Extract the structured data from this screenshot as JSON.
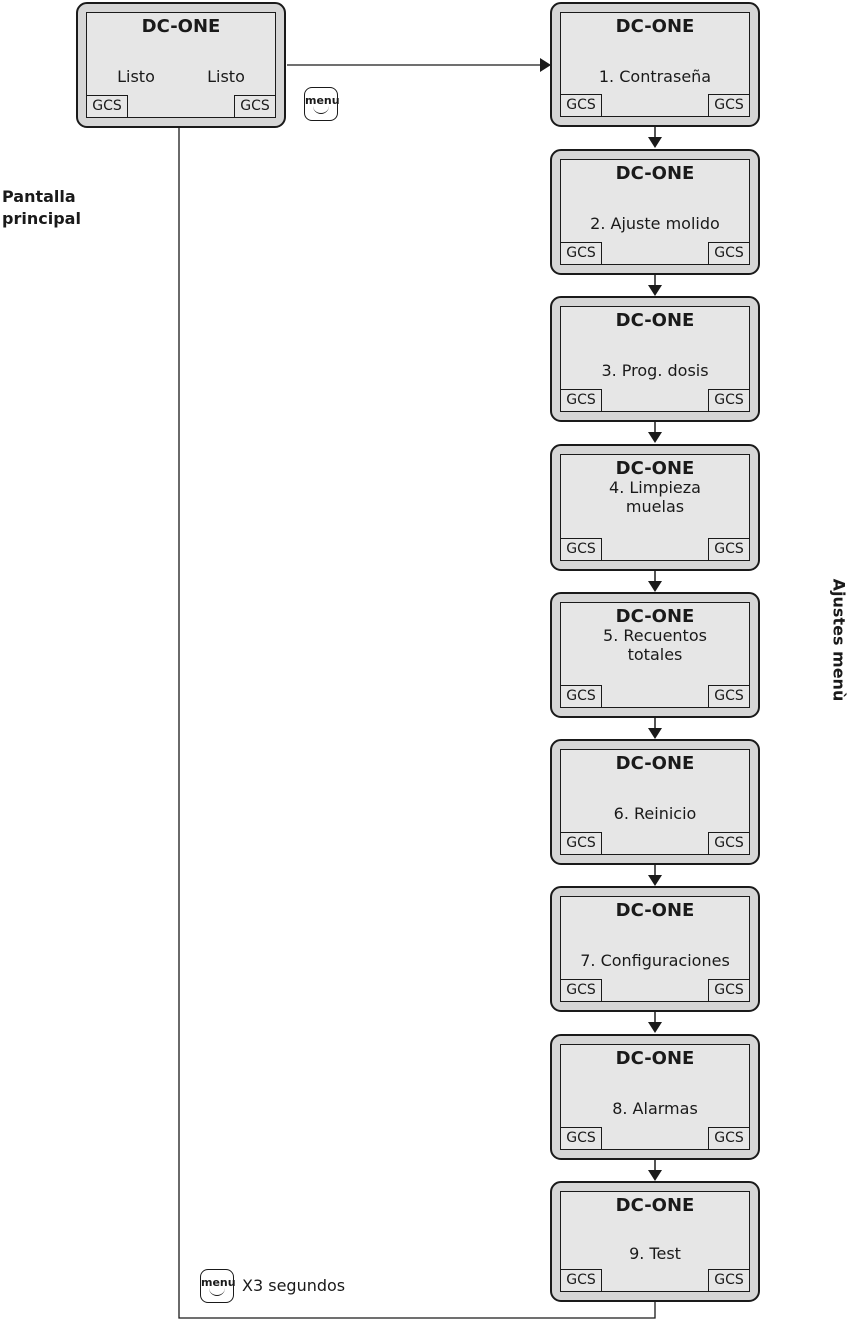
{
  "main_screen": {
    "title": "DC-ONE",
    "left_text": "Listo",
    "right_text": "Listo",
    "softkey_left": "GCS",
    "softkey_right": "GCS"
  },
  "main_label": {
    "line1": "Pantalla",
    "line2": "principal"
  },
  "menu_key_label": "menu",
  "hold_note": "X3 segundos",
  "menu_section_label": "Ajustes menù",
  "menu_screens": [
    {
      "title": "DC-ONE",
      "line1": "1. Contraseña",
      "line2": "",
      "softkey_left": "GCS",
      "softkey_right": "GCS"
    },
    {
      "title": "DC-ONE",
      "line1": "2. Ajuste molido",
      "line2": "",
      "softkey_left": "GCS",
      "softkey_right": "GCS"
    },
    {
      "title": "DC-ONE",
      "line1": "3. Prog. dosis",
      "line2": "",
      "softkey_left": "GCS",
      "softkey_right": "GCS"
    },
    {
      "title": "DC-ONE",
      "line1": "4. Limpieza",
      "line2": "muelas",
      "softkey_left": "GCS",
      "softkey_right": "GCS"
    },
    {
      "title": "DC-ONE",
      "line1": "5. Recuentos",
      "line2": "totales",
      "softkey_left": "GCS",
      "softkey_right": "GCS"
    },
    {
      "title": "DC-ONE",
      "line1": "6. Reinicio",
      "line2": "",
      "softkey_left": "GCS",
      "softkey_right": "GCS"
    },
    {
      "title": "DC-ONE",
      "line1": "7. Configuraciones",
      "line2": "",
      "softkey_left": "GCS",
      "softkey_right": "GCS"
    },
    {
      "title": "DC-ONE",
      "line1": "8. Alarmas",
      "line2": "",
      "softkey_left": "GCS",
      "softkey_right": "GCS"
    },
    {
      "title": "DC-ONE",
      "line1": "9. Test",
      "line2": "",
      "softkey_left": "GCS",
      "softkey_right": "GCS"
    }
  ]
}
